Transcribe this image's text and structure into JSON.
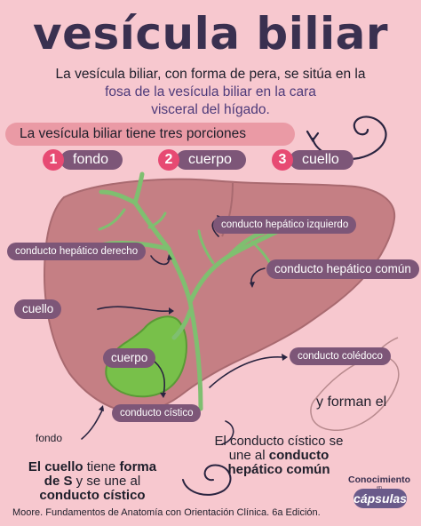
{
  "title": "vesícula biliar",
  "intro": {
    "line1": "La vesícula biliar, con forma de pera, se sitúa en la",
    "line2": "fosa de la vesícula biliar en la cara",
    "line3": "visceral del hígado."
  },
  "banner": "La vesícula biliar tiene tres porciones",
  "portions": [
    {
      "number": "1",
      "label": "fondo"
    },
    {
      "number": "2",
      "label": "cuerpo"
    },
    {
      "number": "3",
      "label": "cuello"
    }
  ],
  "labels": {
    "hepatico_izquierdo": "conducto hepático izquierdo",
    "hepatico_derecho": "conducto hepático derecho",
    "hepatico_comun": "conducto hepático común",
    "cuello": "cuello",
    "cuerpo": "cuerpo",
    "coledoco": "conducto colédoco",
    "cistico": "conducto cístico",
    "fondo": "fondo"
  },
  "notes": {
    "forman": "y forman el",
    "union_line1": "El conducto cístico se",
    "union_line2_pre": "une al ",
    "union_line2_bold": "conducto",
    "union_line3_bold": "hepático común",
    "cuello_line1_bold1": "El cuello",
    "cuello_line1_mid": " tiene ",
    "cuello_line1_bold2": "forma",
    "cuello_line2_bold": "de S",
    "cuello_line2_rest": " y se une al",
    "cuello_line3_bold": "conducto cístico"
  },
  "reference": "Moore. Fundamentos de Anatomía con Orientación Clínica. 6a Edición.",
  "logo": {
    "top": "Conocimiento",
    "middle": "en",
    "bottom": "cápsulas"
  },
  "colors": {
    "background": "#f7c8cf",
    "liver": "#c57f84",
    "gallbladder": "#78c04a",
    "ducts": "#7fbf70",
    "pill": "#7d5678",
    "number_badge": "#e74a73",
    "banner": "#ea9aa5",
    "title": "#3a3050"
  }
}
